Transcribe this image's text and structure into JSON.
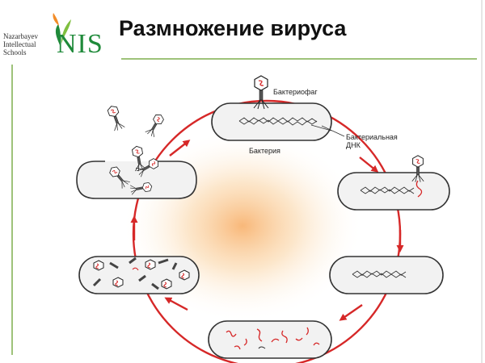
{
  "logo": {
    "org_lines": [
      "Nazarbayev",
      "Intellectual",
      "Schools"
    ],
    "brand": "NIS"
  },
  "title": "Размножение вируса",
  "diagram": {
    "label_phage": "Бактериофаг",
    "label_dna_line1": "Бактериальная",
    "label_dna_line2": "ДНК",
    "label_bacterium": "Бактерия",
    "colors": {
      "arrow": "#d62828",
      "cell_fill": "#f2f2f2",
      "cell_stroke": "#333333",
      "viral_dna": "#d62828",
      "accent_green": "#1f8a3a"
    }
  }
}
